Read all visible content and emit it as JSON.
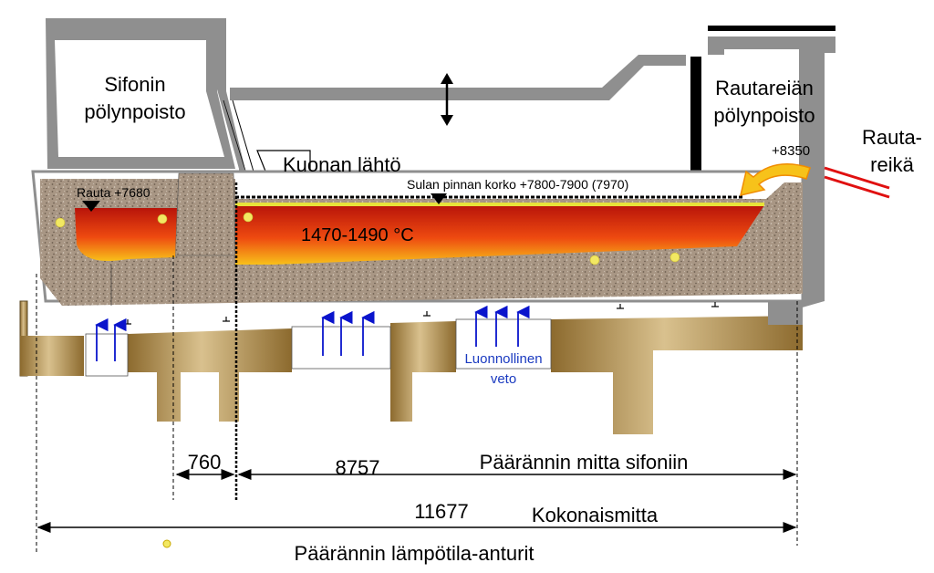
{
  "labels": {
    "siphon_dust_line1": "Sifonin",
    "siphon_dust_line2": "pölynpoisto",
    "taphole_dust_line1": "Rautareiän",
    "taphole_dust_line2": "pölynpoisto",
    "slag_exit": "Kuonan lähtö",
    "taphole_line1": "Rauta-",
    "taphole_line2": "reikä",
    "elev_taphole": "+8350",
    "iron_level": "Rauta +7680",
    "melt_level": "Sulan pinnan korko +7800-7900 (7970)",
    "temperature": "1470-1490 °C",
    "natural_draft_line1": "Luonnollinen",
    "natural_draft_line2": "veto",
    "dim_760": "760",
    "dim_8757": "8757",
    "dim_main_to_siphon": "Päärännin mitta sifoniin",
    "dim_11677": "11677",
    "dim_total": "Kokonaismitta",
    "legend_sensors": "Päärännin lämpötila-anturit"
  },
  "colors": {
    "refractory_fill": "#a39280",
    "steel_gray": "#8f8f8f",
    "concrete_light": "#d9c18e",
    "concrete_dark": "#8c6a2e",
    "melt_hot": "#c81a0c",
    "melt_warm": "#f7b21a",
    "sensor_dot": "#f2e862",
    "draft_arrow": "#0a14cc",
    "taphole_red": "#e01010",
    "arrow_fill": "#f7c21a",
    "arrow_stroke": "#f08c00"
  }
}
